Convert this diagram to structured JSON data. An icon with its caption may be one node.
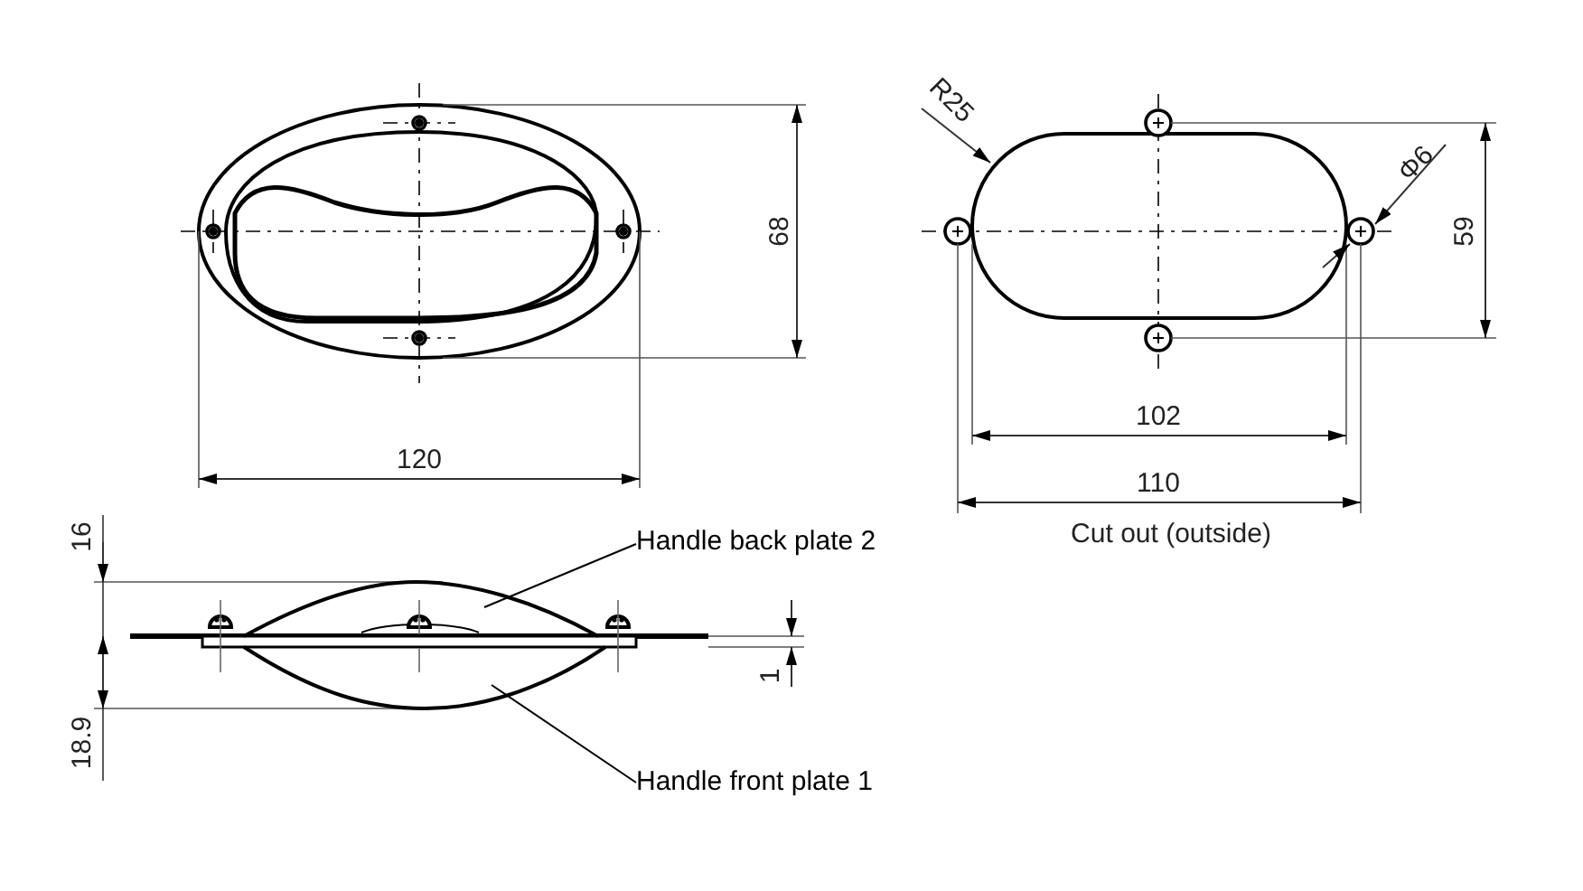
{
  "diagram": {
    "nodes": [
      {
        "text": [
          "Handle back plate 2"
        ]
      },
      {
        "text": [],
        "shape": "picture"
      },
      {
        "text": [
          "Handle front plate 1"
        ]
      },
      {
        "text": [],
        "shape": "picture"
      }
    ],
    "edges": [
      {
        "from": 0,
        "to": 1,
        "arrow": "none"
      },
      {
        "from": 2,
        "to": 3,
        "arrow": "none"
      }
    ],
    "labels": [
      "R25",
      "Φ6",
      "68",
      "59",
      "102",
      "120",
      "110",
      "Cut out (outside)",
      "16",
      "1",
      "18.9"
    ]
  }
}
